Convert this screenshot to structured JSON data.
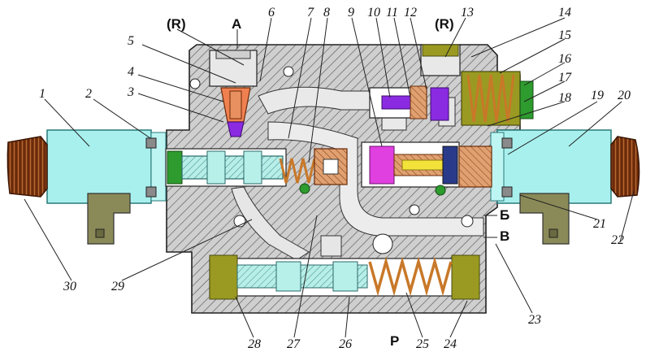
{
  "diagram": {
    "ports": {
      "r_left": "(R)",
      "a": "A",
      "r_right": "(R)",
      "b": "Б",
      "v": "В",
      "p": "P"
    },
    "callouts": [
      "1",
      "2",
      "3",
      "4",
      "5",
      "6",
      "7",
      "8",
      "9",
      "10",
      "11",
      "12",
      "13",
      "14",
      "15",
      "16",
      "17",
      "18",
      "19",
      "20",
      "21",
      "22",
      "23",
      "24",
      "25",
      "26",
      "27",
      "28",
      "29",
      "30"
    ],
    "colors": {
      "solenoid": "#a8f0ee",
      "housing": "#c8c8c8",
      "hatch": "#555555",
      "coil_cap": "#7a3b12",
      "bracket": "#8a8a58",
      "spring": "#c87828",
      "spool": "#b7efe9",
      "seat_orange": "#f08050",
      "purple": "#8a2be2",
      "magenta": "#e040e0",
      "green": "#2e9b2e",
      "yellow": "#f2e23a",
      "olive": "#9a9a22"
    }
  }
}
